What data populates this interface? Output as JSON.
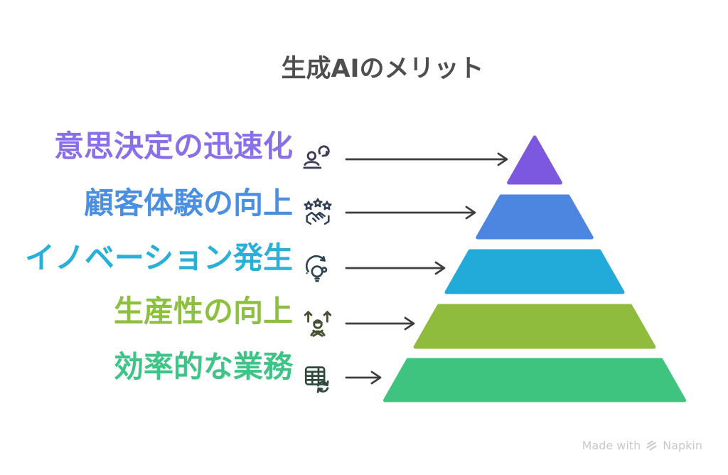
{
  "title": "生成AIのメリット",
  "background": "#ffffff",
  "arrow_color": "#3e3e3e",
  "levels": [
    {
      "label": "意思決定の迅速化",
      "label_color": "#8a70e8",
      "layer_color": "#7c58e0",
      "icon": "decision-person-refresh-icon",
      "icon_color": "#3d3c5a"
    },
    {
      "label": "顧客体験の向上",
      "label_color": "#4a8fe2",
      "layer_color": "#4d86e0",
      "icon": "stars-handshake-icon",
      "icon_color": "#2f3f55"
    },
    {
      "label": "イノベーション発生",
      "label_color": "#29b0da",
      "layer_color": "#22aad8",
      "icon": "lightbulb-innovation-icon",
      "icon_color": "#2e4450"
    },
    {
      "label": "生産性の向上",
      "label_color": "#8ec03f",
      "layer_color": "#8fbc3c",
      "icon": "person-growth-arrows-icon",
      "icon_color": "#44502f"
    },
    {
      "label": "効率的な業務",
      "label_color": "#3fc487",
      "layer_color": "#3ec47f",
      "icon": "table-refresh-icon",
      "icon_color": "#2e4a3c"
    }
  ],
  "watermark": {
    "prefix": "Made with",
    "brand": "Napkin",
    "color": "#c9c9c9"
  },
  "chart_data": {
    "type": "pyramid",
    "title": "生成AIのメリット",
    "levels_top_to_bottom": [
      "意思決定の迅速化",
      "顧客体験の向上",
      "イノベーション発生",
      "生産性の向上",
      "効率的な業務"
    ],
    "level_colors_top_to_bottom": [
      "#7c58e0",
      "#4d86e0",
      "#22aad8",
      "#8fbc3c",
      "#3ec47f"
    ],
    "legend_position": "left-labels-with-arrows",
    "grid": false
  }
}
